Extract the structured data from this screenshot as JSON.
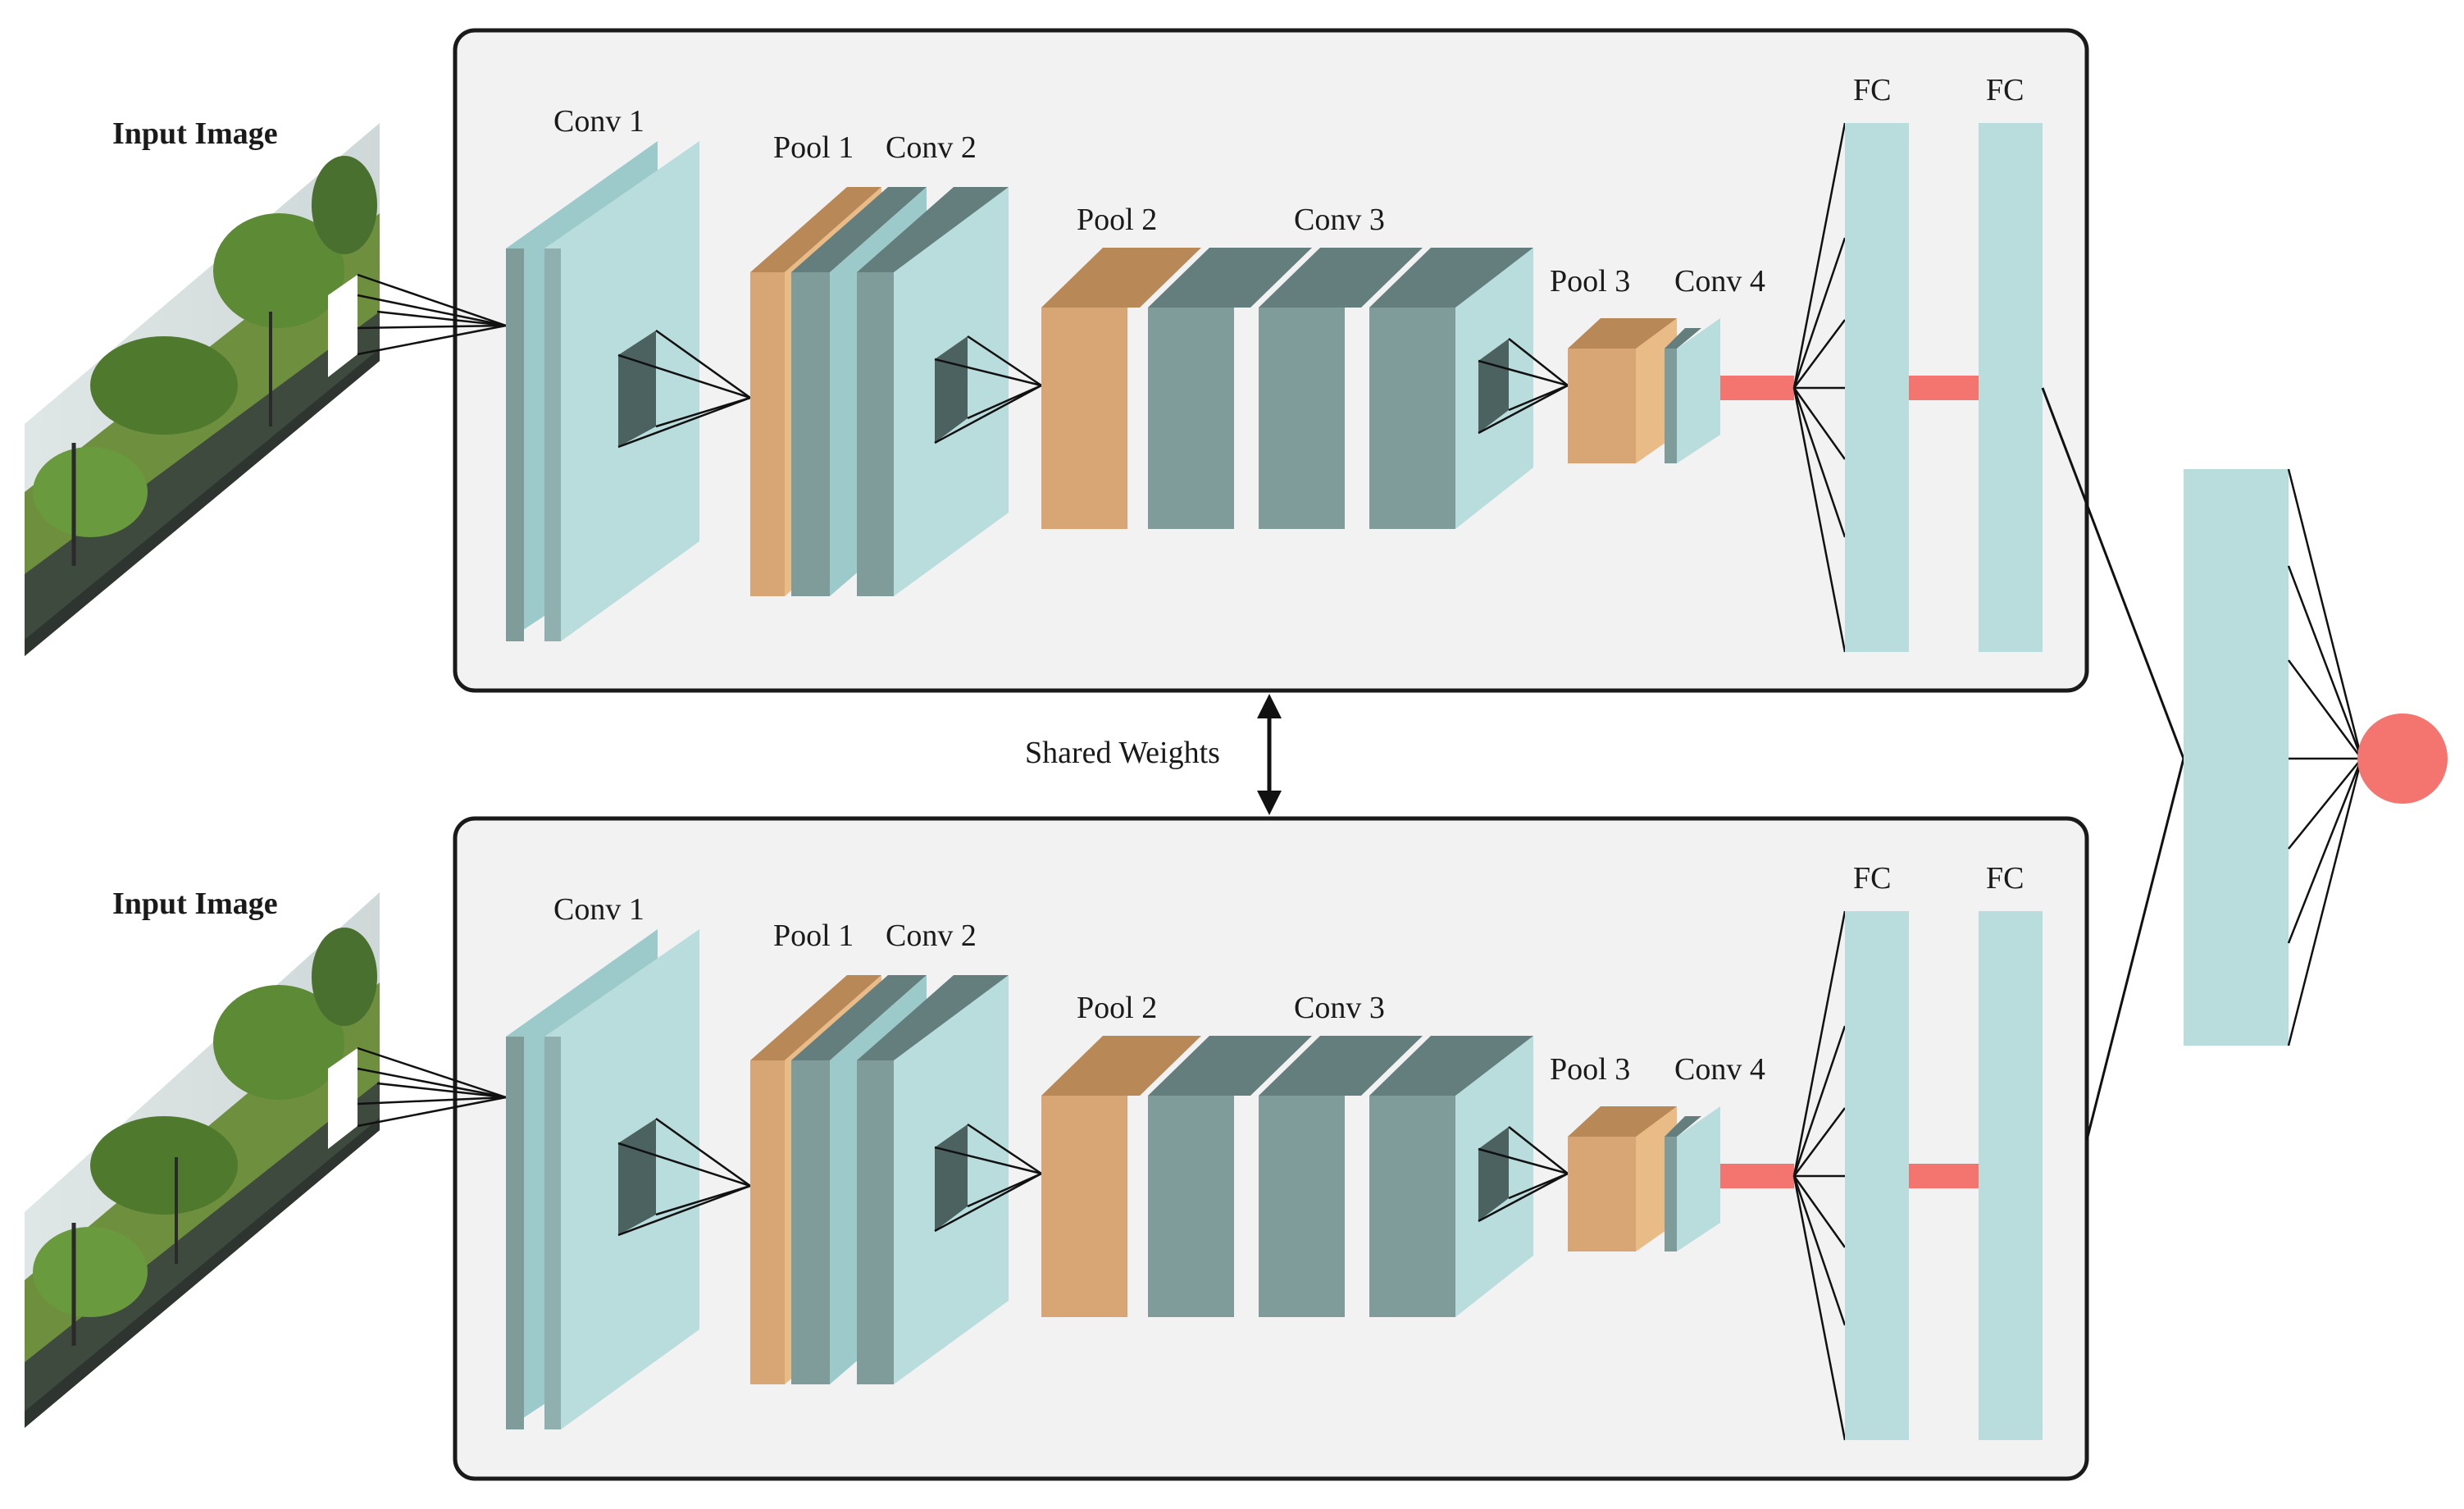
{
  "colors": {
    "panel_fill": "#f2f2f2",
    "panel_stroke": "#1a1a1a",
    "conv_light": "#b9dcdc",
    "conv_light_side": "#9ccaca",
    "conv_dark": "#7f9c9a",
    "conv_dark_top": "#637e7c",
    "pool_front": "#d8a674",
    "pool_side": "#e9bb87",
    "pool_top": "#b88957",
    "connector": "#f47570",
    "output_node": "#f47570",
    "line": "#111111"
  },
  "branches": [
    {
      "id": "top",
      "input_label": "Input Image",
      "labels": {
        "conv1": "Conv 1",
        "pool1": "Pool 1",
        "conv2": "Conv 2",
        "pool2": "Pool 2",
        "conv3": "Conv 3",
        "pool3": "Pool 3",
        "conv4": "Conv 4",
        "fc1": "FC",
        "fc2": "FC"
      }
    },
    {
      "id": "bottom",
      "input_label": "Input Image",
      "labels": {
        "conv1": "Conv 1",
        "pool1": "Pool 1",
        "conv2": "Conv 2",
        "pool2": "Pool 2",
        "conv3": "Conv 3",
        "pool3": "Pool 3",
        "conv4": "Conv 4",
        "fc1": "FC",
        "fc2": "FC"
      }
    }
  ],
  "shared_label": "Shared Weights"
}
